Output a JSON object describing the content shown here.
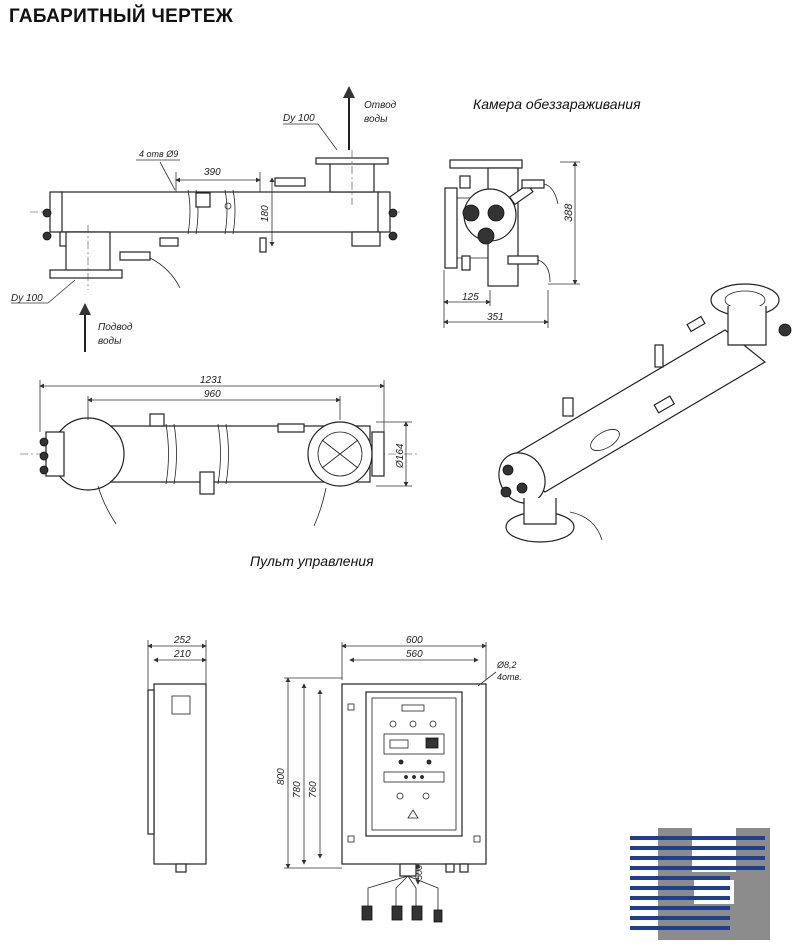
{
  "title": "ГАБАРИТНЫЙ ЧЕРТЕЖ",
  "sections": {
    "chamber": "Камера обеззараживания",
    "control": "Пульт управления"
  },
  "labels": {
    "dy_top": "Dy 100",
    "outlet_line1": "Отвод",
    "outlet_line2": "воды",
    "dy_bottom": "Dy 100",
    "inlet_line1": "Подвод",
    "inlet_line2": "воды",
    "holes": "4 отв Ø9",
    "panel_holes_dia": "Ø8,2",
    "panel_holes_count": "4отв."
  },
  "dimensions": {
    "d390": "390",
    "d180": "180",
    "d388": "388",
    "d125": "125",
    "d351": "351",
    "d1231": "1231",
    "d960": "960",
    "d164": "Ø164",
    "d252": "252",
    "d210": "210",
    "d600": "600",
    "d560": "560",
    "d800": "800",
    "d780": "780",
    "d760": "760",
    "d500": "500"
  }
}
